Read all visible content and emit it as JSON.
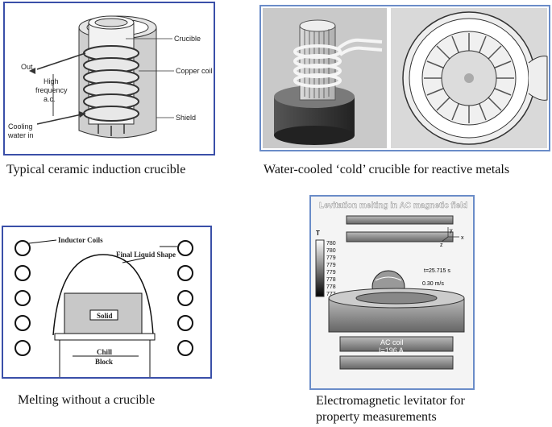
{
  "panel1": {
    "caption": "Typical ceramic induction crucible",
    "labels": {
      "crucible": "Crucible",
      "out": "Out",
      "high": "High",
      "frequency": "frequency",
      "ac": "a.c.",
      "copper_coil": "Copper coil",
      "cooling": "Cooling",
      "water_in": "water in",
      "shield": "Shield"
    }
  },
  "panel2": {
    "caption": "Water-cooled ‘cold’ crucible for reactive metals"
  },
  "panel3": {
    "caption": "Melting without a crucible",
    "labels": {
      "inductor_coils": "Inductor Coils",
      "final_liquid_shape": "Final Liquid Shape",
      "solid": "Solid",
      "chill": "Chill",
      "block": "Block"
    }
  },
  "panel4": {
    "caption_line1": "Electromagnetic levitator for",
    "caption_line2": "property measurements",
    "labels": {
      "title": "Levitation melting in AC magnetic field",
      "t_label": "T",
      "time": "t=25.715 s",
      "velocity": "0.30 m/s",
      "coil": "AC coil",
      "current": "I=196 A",
      "axis_y": "y",
      "axis_z": "z",
      "axis_x": "x"
    },
    "legend_values": [
      "780",
      "780",
      "779",
      "779",
      "779",
      "778",
      "778",
      "777"
    ]
  }
}
